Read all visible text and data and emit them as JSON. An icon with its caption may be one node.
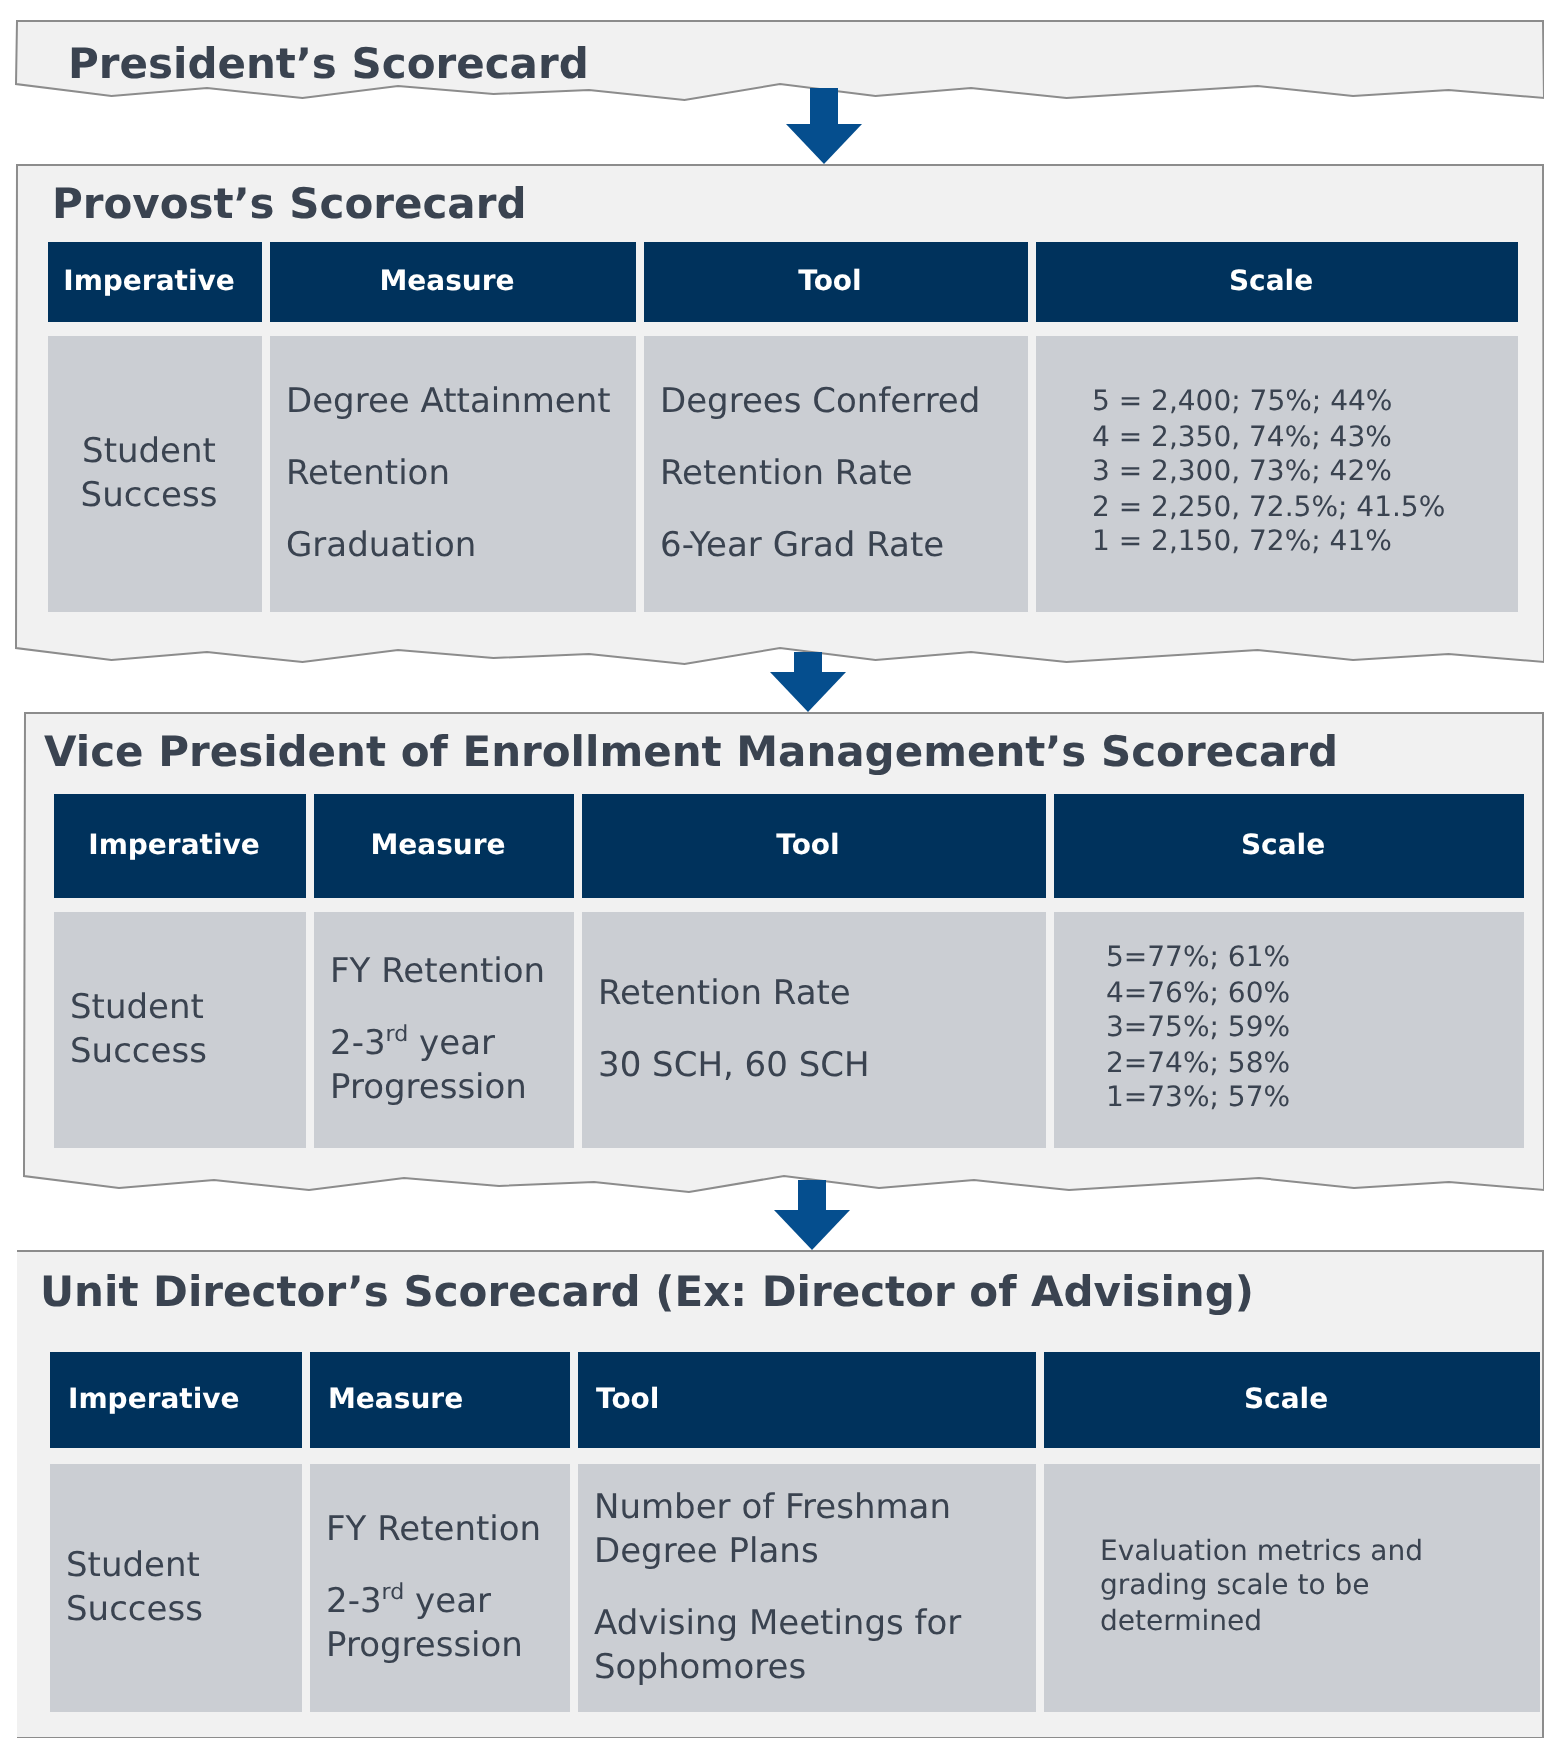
{
  "diagram": {
    "nodes": [
      {
        "text": [
          "President’s Scorecard"
        ]
      },
      {
        "text": [
          "Provost’s Scorecard"
        ]
      },
      {
        "text": [
          "Imperative"
        ],
        "in": 1
      },
      {
        "text": [
          "Measure"
        ],
        "in": 1
      },
      {
        "text": [
          "Tool"
        ],
        "in": 1
      },
      {
        "text": [
          "Scale"
        ],
        "in": 1
      },
      {
        "text": [
          "Student Success"
        ],
        "in": 1
      },
      {
        "text": [
          "Degree Attainment",
          "Retention",
          "Graduation"
        ],
        "in": 1
      },
      {
        "text": [
          "Degrees Conferred",
          "Retention Rate",
          "6-Year Grad Rate"
        ],
        "in": 1
      },
      {
        "text": [
          "5 = 2,400; 75%; 44%",
          "4 = 2,350, 74%; 43%",
          "3 = 2,300, 73%; 42%",
          "2 = 2,250, 72.5%; 41.5%",
          "1 = 2,150, 72%; 41%"
        ],
        "in": 1
      },
      {
        "text": [
          "Vice President of Enrollment Management’s Scorecard"
        ]
      },
      {
        "text": [
          "Imperative"
        ],
        "in": 10
      },
      {
        "text": [
          "Measure"
        ],
        "in": 10
      },
      {
        "text": [
          "Tool"
        ],
        "in": 10
      },
      {
        "text": [
          "Scale"
        ],
        "in": 10
      },
      {
        "text": [
          "Student Success"
        ],
        "in": 10
      },
      {
        "text": [
          "FY Retention",
          "2-3$^{rd}$ year Progression"
        ],
        "in": 10
      },
      {
        "text": [
          "Retention Rate",
          "30 SCH, 60 SCH"
        ],
        "in": 10
      },
      {
        "text": [
          "5=77%; 61%",
          "4=76%; 60%",
          "3=75%; 59%",
          "2=74%; 58%",
          "1=73%; 57%"
        ],
        "in": 10
      },
      {
        "text": [
          "Unit Director’s Scorecard (Ex: Director of Advising)"
        ]
      },
      {
        "text": [
          "Imperative"
        ],
        "in": 19
      },
      {
        "text": [
          "Measure"
        ],
        "in": 19
      },
      {
        "text": [
          "Tool"
        ],
        "in": 19
      },
      {
        "text": [
          "Scale"
        ],
        "in": 19
      },
      {
        "text": [
          "Student Success"
        ],
        "in": 19
      },
      {
        "text": [
          "FY Retention",
          "2-3$^{rd}$ year Progression"
        ],
        "in": 19
      },
      {
        "text": [
          "Number of Freshman Degree Plans",
          "Advising Meetings for Sophomores"
        ],
        "in": 19
      },
      {
        "text": [
          "Evaluation metrics and grading scale to be determined"
        ],
        "in": 19
      }
    ],
    "edges": [
      {
        "from": 0,
        "to": 1,
        "arrow": "to"
      },
      {
        "from": 1,
        "to": 10,
        "arrow": "to"
      },
      {
        "from": 10,
        "to": 19,
        "arrow": "to"
      }
    ]
  }
}
